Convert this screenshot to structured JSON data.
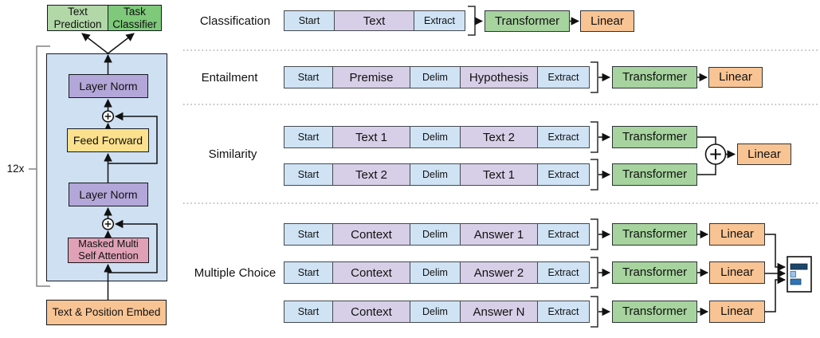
{
  "figure": {
    "architecture": {
      "text_prediction": "Text Prediction",
      "task_classifier": "Task Classifier",
      "repeat_label": "12x",
      "layer_norm_upper": "Layer Norm",
      "feed_forward": "Feed Forward",
      "layer_norm_lower": "Layer Norm",
      "masked_attention_line1": "Masked Multi",
      "masked_attention_line2": "Self Attention",
      "embedding": "Text & Position Embed"
    },
    "tasks": {
      "classification": {
        "label": "Classification",
        "sequence": {
          "start": "Start",
          "body": "Text",
          "extract": "Extract"
        },
        "transformer": "Transformer",
        "linear": "Linear"
      },
      "entailment": {
        "label": "Entailment",
        "sequence": {
          "start": "Start",
          "seg1": "Premise",
          "delim": "Delim",
          "seg2": "Hypothesis",
          "extract": "Extract"
        },
        "transformer": "Transformer",
        "linear": "Linear"
      },
      "similarity": {
        "label": "Similarity",
        "sequence1": {
          "start": "Start",
          "seg1": "Text 1",
          "delim": "Delim",
          "seg2": "Text 2",
          "extract": "Extract"
        },
        "sequence2": {
          "start": "Start",
          "seg1": "Text 2",
          "delim": "Delim",
          "seg2": "Text 1",
          "extract": "Extract"
        },
        "transformer1": "Transformer",
        "transformer2": "Transformer",
        "linear": "Linear"
      },
      "multiple_choice": {
        "label": "Multiple Choice",
        "rows": [
          {
            "start": "Start",
            "seg1": "Context",
            "delim": "Delim",
            "seg2": "Answer 1",
            "extract": "Extract",
            "transformer": "Transformer",
            "linear": "Linear"
          },
          {
            "start": "Start",
            "seg1": "Context",
            "delim": "Delim",
            "seg2": "Answer 2",
            "extract": "Extract",
            "transformer": "Transformer",
            "linear": "Linear"
          },
          {
            "start": "Start",
            "seg1": "Context",
            "delim": "Delim",
            "seg2": "Answer N",
            "extract": "Extract",
            "transformer": "Transformer",
            "linear": "Linear"
          }
        ]
      }
    },
    "icons": {
      "sum": "+",
      "answer_chart": "horizontal-bar-chart"
    },
    "colors": {
      "container_blue": "#cfe0f2",
      "cell_blue": "#cfe3f5",
      "cell_lavender": "#d7cfe7",
      "purple": "#b3a6d8",
      "yellow": "#fbe18d",
      "pink": "#e0a1b7",
      "orange": "#f9c494",
      "green_light": "#b2d8a8",
      "green_dark": "#7ec97a",
      "green_transformer": "#a6d39e",
      "chart_bar_dark": "#1b4569",
      "chart_bar_light": "#9dc3e6",
      "chart_bar_mid": "#2e75b6"
    }
  }
}
